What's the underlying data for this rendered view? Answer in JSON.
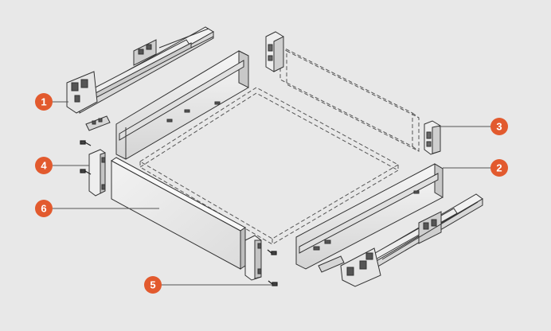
{
  "callouts": [
    {
      "id": "c1",
      "number": "1"
    },
    {
      "id": "c2",
      "number": "2"
    },
    {
      "id": "c3",
      "number": "3"
    },
    {
      "id": "c4",
      "number": "4"
    },
    {
      "id": "c5",
      "number": "5"
    },
    {
      "id": "c6",
      "number": "6"
    }
  ],
  "colors": {
    "background": "#e8e8e8",
    "callout_fill": "#e25a2e",
    "callout_text": "#ffffff",
    "line": "#333333",
    "panel_fill": "#f4f4f4",
    "panel_shade": "#d0d0d0"
  }
}
